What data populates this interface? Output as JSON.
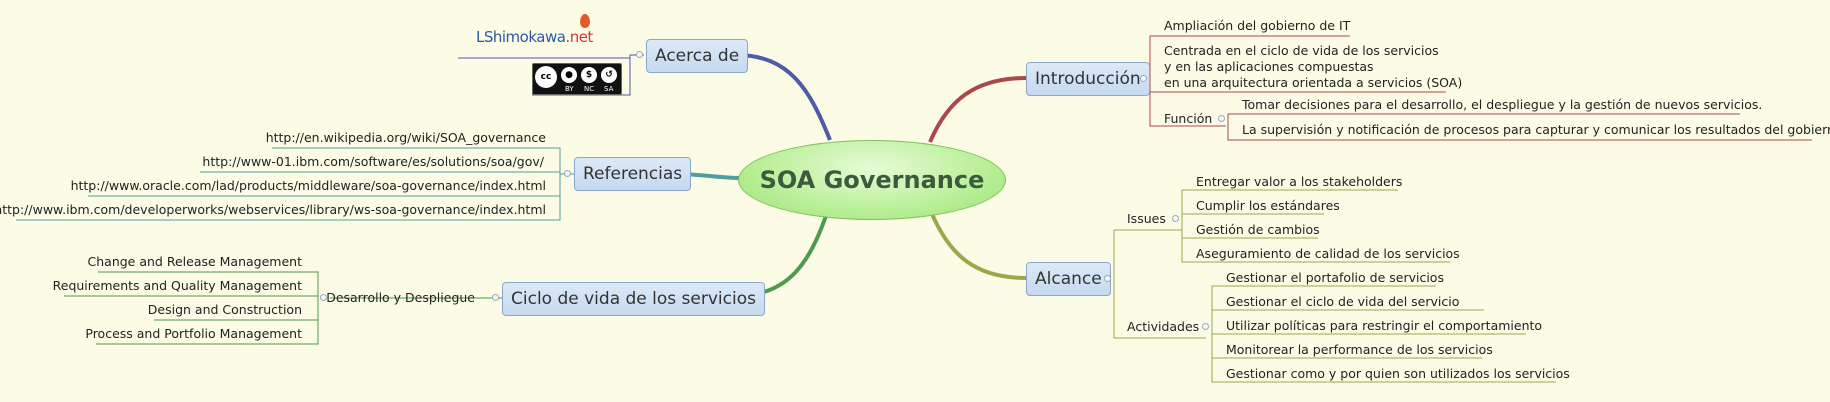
{
  "root": {
    "label": "SOA Governance"
  },
  "branches": {
    "acerca": {
      "label": "Acerca de",
      "logo_text": "LShimokawa",
      "logo_suffix": ".net",
      "license_labels": [
        "BY",
        "NC",
        "SA"
      ],
      "license_badge": "cc"
    },
    "referencias": {
      "label": "Referencias",
      "items": [
        "http://en.wikipedia.org/wiki/SOA_governance",
        "http://www-01.ibm.com/software/es/solutions/soa/gov/",
        "http://www.oracle.com/lad/products/middleware/soa-governance/index.html",
        "http://www.ibm.com/developerworks/webservices/library/ws-soa-governance/index.html"
      ]
    },
    "ciclo": {
      "label": "Ciclo de vida de los servicios",
      "sub": {
        "label": "Desarrollo y Despliegue",
        "items": [
          "Change and Release Management",
          "Requirements and Quality Management",
          "Design and Construction",
          "Process and Portfolio Management"
        ]
      }
    },
    "introduccion": {
      "label": "Introducción",
      "items": [
        "Ampliación del gobierno de IT",
        "Centrada en el ciclo de vida de los servicios",
        "y en las aplicaciones compuestas",
        "en una arquitectura orientada a servicios (SOA)"
      ],
      "funcion": {
        "label": "Función",
        "items": [
          "Tomar decisiones para el desarrollo, el despliegue y la gestión de nuevos servicios.",
          "La supervisión y notificación de procesos para capturar y comunicar los resultados del gobierno."
        ]
      }
    },
    "alcance": {
      "label": "Alcance",
      "issues": {
        "label": "Issues",
        "items": [
          "Entregar valor a los stakeholders",
          "Cumplir los estándares",
          "Gestión de cambios",
          "Aseguramiento de calidad de los servicios"
        ]
      },
      "actividades": {
        "label": "Actividades",
        "items": [
          "Gestionar el portafolio de servicios",
          "Gestionar el ciclo de vida del servicio",
          "Utilizar políticas para restringir el comportamiento",
          "Monitorear la performance de los servicios",
          "Gestionar como y por quien son utilizados los servicios"
        ]
      }
    }
  },
  "colors": {
    "background": "#fbfbe6",
    "acerca_branch": "#4f5aa8",
    "referencias_branch": "#4f9f9f",
    "ciclo_branch": "#4f9a4f",
    "introduccion_branch": "#a84a4a",
    "alcance_branch": "#9aa84a"
  }
}
